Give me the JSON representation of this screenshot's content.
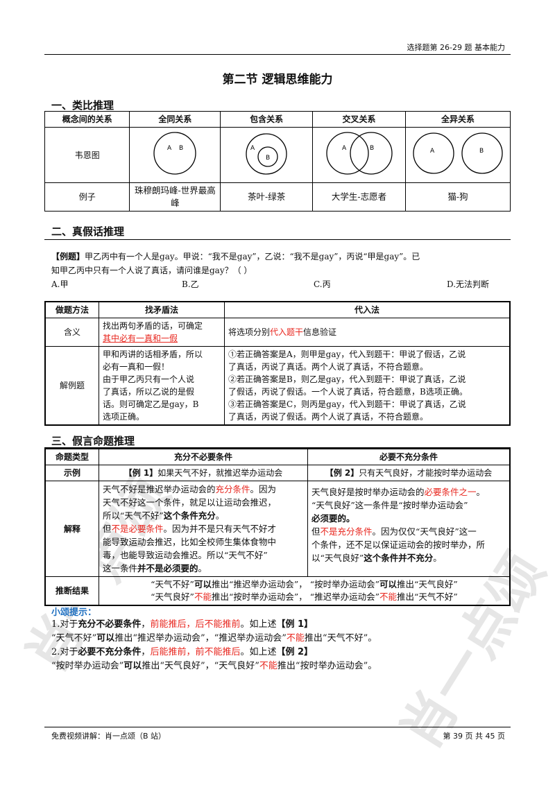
{
  "header": {
    "right": "选择题第 26-29 题  基本能力"
  },
  "title": "第二节  逻辑思维能力",
  "section1": {
    "heading": "一、类比推理",
    "col_header": "概念间的关系",
    "columns": [
      "全同关系",
      "包含关系",
      "交叉关系",
      "全异关系"
    ],
    "row_venn": "韦恩图",
    "row_example": "例子",
    "examples": [
      "珠穆朗玛峰-世界最高峰",
      "茶叶-绿茶",
      "大学生-志愿者",
      "猫-狗"
    ],
    "venn_labels": {
      "a": "A",
      "b": "B"
    }
  },
  "section2": {
    "heading": "二、真假话推理",
    "example_tag": "【例题】",
    "question_line1": "甲乙丙中有一个人是gay。甲说：“我不是gay”，乙说：“我不是gay”，丙说“甲是gay”。已",
    "question_line2": "知甲乙丙中只有一个人说了真话，请问谁是gay？（   ）",
    "options": [
      "A.甲",
      "B.乙",
      "C.丙",
      "D.无法判断"
    ],
    "table": {
      "h_method": "做题方法",
      "h_contra": "找矛盾法",
      "h_sub": "代入法",
      "r1_label": "含义",
      "r1_contra_a": "找出两句矛盾的话，可确定",
      "r1_contra_b": "其中必有一真和一假",
      "r1_sub_a": "将选项分别",
      "r1_sub_b": "代入题干",
      "r1_sub_c": "信息验证",
      "r2_label": "解例题",
      "r2_contra": [
        "甲和丙讲的话相矛盾，所以",
        "必有一真和一假！",
        "由于甲乙丙只有一个人说",
        "了真话，所以乙说的是假",
        "话。则可确定乙是gay，B",
        "选项正确。"
      ],
      "r2_sub": [
        "①若正确答案是A，则甲是gay，代入到题干：甲说了假话，乙说",
        "了真话，丙说了真话。两个人说了真话，不符合题意。",
        "②若正确答案是B，则乙是gay，代入到题干：甲说了真话，乙说",
        "了假话，丙说了假话。一个人说了真话，符合题意，B选项正确。",
        "③若正确答案是C，则丙是gay，代入到题干：甲说了真话，乙说",
        "了真话，丙说了假话。两个人说了真话，不符合题意。"
      ]
    }
  },
  "section3": {
    "heading": "三、假言命题推理",
    "h_type": "命题类型",
    "h_suff": "充分不必要条件",
    "h_nec": "必要不充分条件",
    "r_example": "示例",
    "ex1_tag": "【例 1】",
    "ex1_text": "如果天气不好，就推迟举办运动会",
    "ex2_tag": "【例 2】",
    "ex2_text": "只有天气良好，才能按时举办运动会",
    "r_explain": "解释",
    "suff_explain": {
      "l1a": "天气不好是推迟举办运动会的",
      "l1b": "充分条件",
      "l1c": "。因为",
      "l2": "天气不好这一个条件，就足以让运动会推迟，",
      "l3a": "所以“天气不好”",
      "l3b": "这个条件充分",
      "l3c": "。",
      "l4a": "但",
      "l4b": "不是必要条件",
      "l4c": "。因为并不是只有天气不好才",
      "l5": "能导致运动会推迟，比如全校师生集体食物中",
      "l6": "毒，也能导致运动会推迟。所以“天气不好”",
      "l7a": "这一条件",
      "l7b": "并不是必须要的",
      "l7c": "。"
    },
    "nec_explain": {
      "l1a": "天气良好是按时举办运动会的",
      "l1b": "必要条件之一",
      "l1c": "。",
      "l2": "“天气良好”这一条件是“按时举办运动会”",
      "l3": "必须要的。",
      "l4a": "但",
      "l4b": "不是充分条件",
      "l4c": "。因为仅仅“天气良好”这一",
      "l5": "个条件，还不足以保证运动会的按时举办，所",
      "l6a": "以“天气良好”",
      "l6b": "这个条件并不充分",
      "l6c": "。"
    },
    "r_conclusion": "推断结果",
    "c1": {
      "a": "“天气不好”",
      "b": "可以",
      "c": "推出“推迟举办运动会”，  “按时举办运动会”",
      "d": "可以",
      "e": "推出“天气良好”"
    },
    "c2": {
      "a": "“天气良好”",
      "b": "不能",
      "c": "推出“按时举办运动会”，  “推迟举办运动会”",
      "d": "不能",
      "e": "推出“天气不好”"
    }
  },
  "tips": {
    "heading": "小颂提示：",
    "t1": {
      "a": "1.对于",
      "b": "充分不必要条件",
      "c": "，",
      "d": "前能推后，后不能推前",
      "e": "。如上述",
      "f": "【例 1】"
    },
    "t1_line2": {
      "a": "“天气不好”",
      "b": "可以",
      "c": "推出“推迟举办运动会”，“推迟举办运动会”",
      "d": "不能",
      "e": "推出“天气不好”。"
    },
    "t2": {
      "a": "2.对于",
      "b": "必要不充分条件",
      "c": "，",
      "d": "后能推前，前不能推后",
      "e": "。如上述",
      "f": "【例 2】"
    },
    "t2_line2": {
      "a": "“按时举办运动会”",
      "b": "可以",
      "c": "推出“天气良好”，“天气良好”",
      "d": "不能",
      "e": "推出“按时举办运动会”。"
    }
  },
  "footer": {
    "left": "免费视频讲解：肖一点颂（B 站）",
    "right": "第 39 页 共 45 页"
  },
  "watermark": {
    "left": "肖一点颂",
    "right": "肖一点颂"
  }
}
